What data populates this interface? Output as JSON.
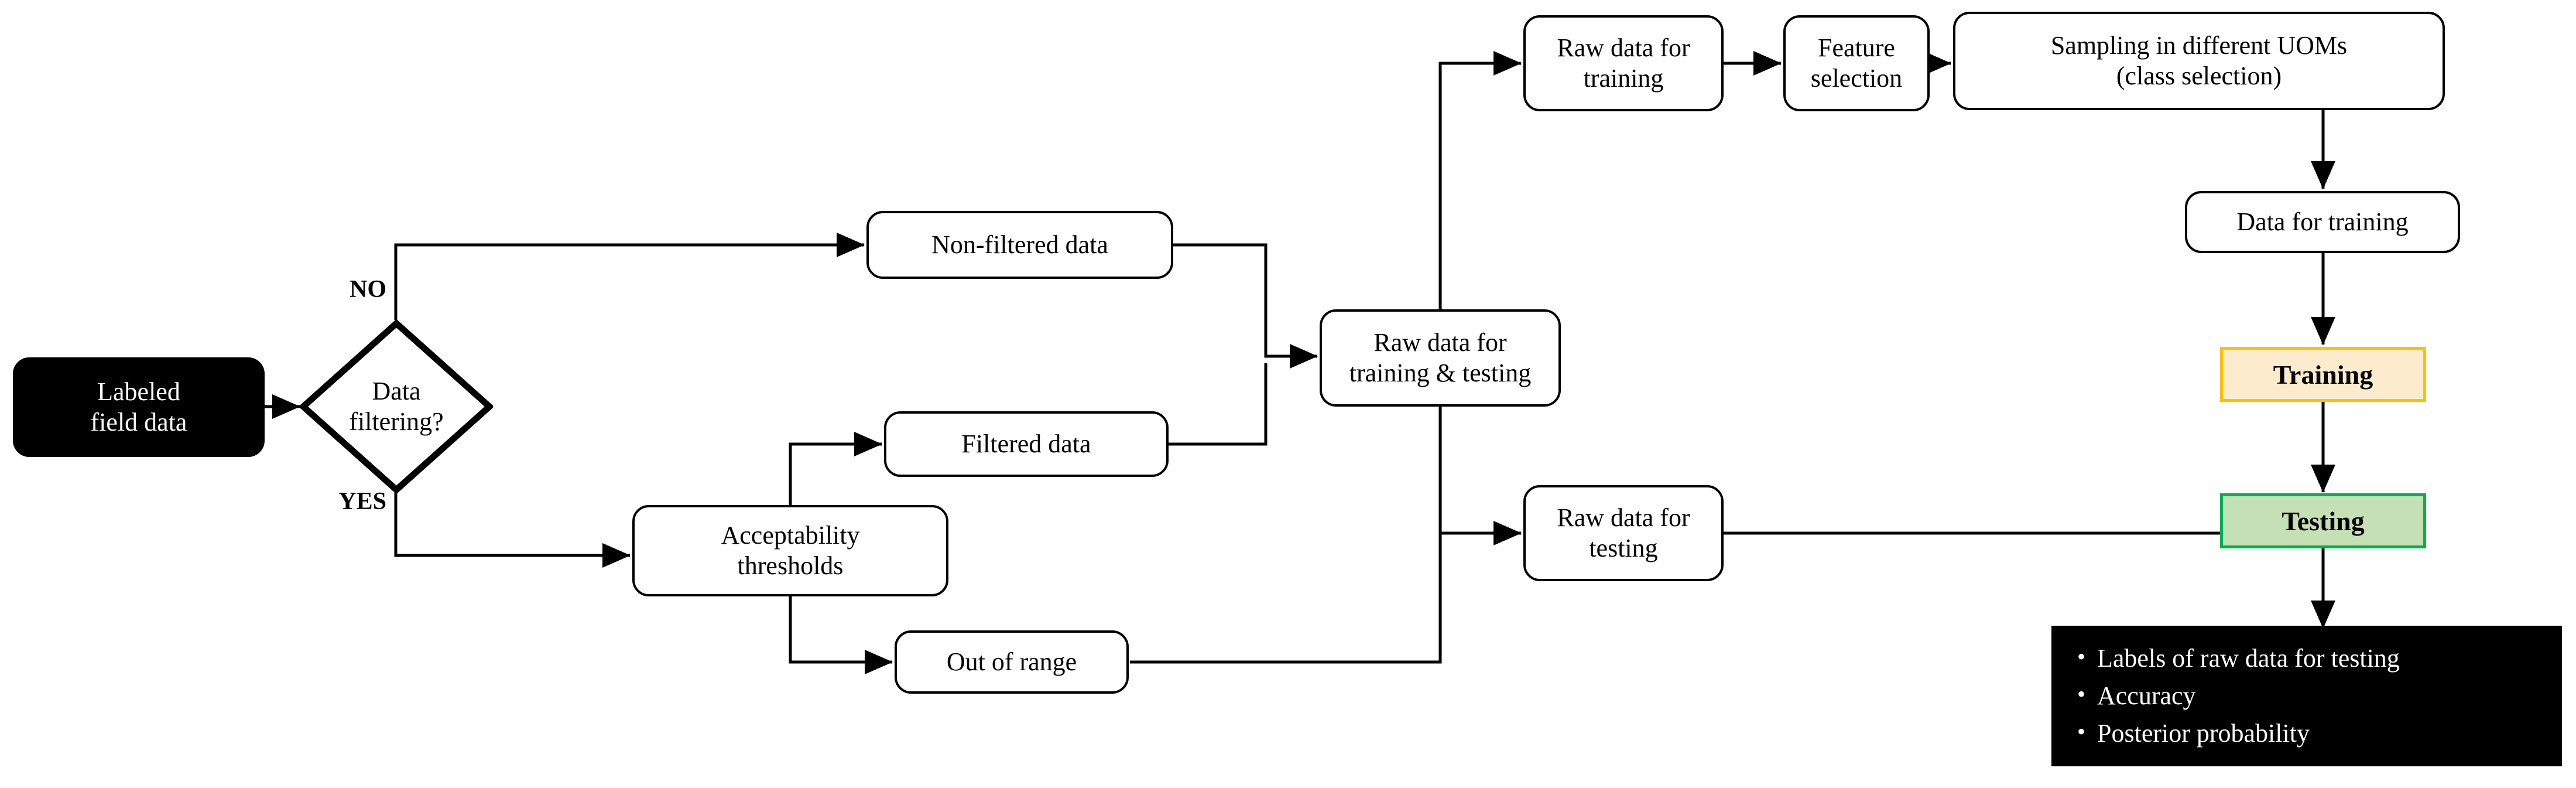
{
  "diagram": {
    "title": "Machine learning data preparation, training and testing flowchart",
    "colors": {
      "training_fill": "#FCEBCD",
      "training_border": "#FFC000",
      "testing_fill": "#C5E0B4",
      "testing_border": "#00B050",
      "dark_fill": "#000000",
      "line": "#000000"
    },
    "nodes": {
      "labeled_field_data": "Labeled\nfield data",
      "labeled_field_data_line1": "Labeled",
      "labeled_field_data_line2": "field data",
      "data_filtering": "Data\nfiltering?",
      "data_filtering_line1": "Data",
      "data_filtering_line2": "filtering?",
      "non_filtered_data": "Non-filtered data",
      "filtered_data": "Filtered data",
      "acceptability_thresholds_line1": "Acceptability",
      "acceptability_thresholds_line2": "thresholds",
      "out_of_range": "Out of range",
      "raw_data_train_test_line1": "Raw data for",
      "raw_data_train_test_line2": "training & testing",
      "raw_data_training_line1": "Raw data for",
      "raw_data_training_line2": "training",
      "raw_data_testing_line1": "Raw data for",
      "raw_data_testing_line2": "testing",
      "feature_selection_line1": "Feature",
      "feature_selection_line2": "selection",
      "sampling_uoms_line1": "Sampling in different UOMs",
      "sampling_uoms_line2": "(class selection)",
      "data_for_training": "Data for training",
      "training": "Training",
      "testing": "Testing"
    },
    "edge_labels": {
      "no": "NO",
      "yes": "YES"
    },
    "results": {
      "items": [
        "Labels of raw data for testing",
        "Accuracy",
        "Posterior probability"
      ]
    }
  }
}
